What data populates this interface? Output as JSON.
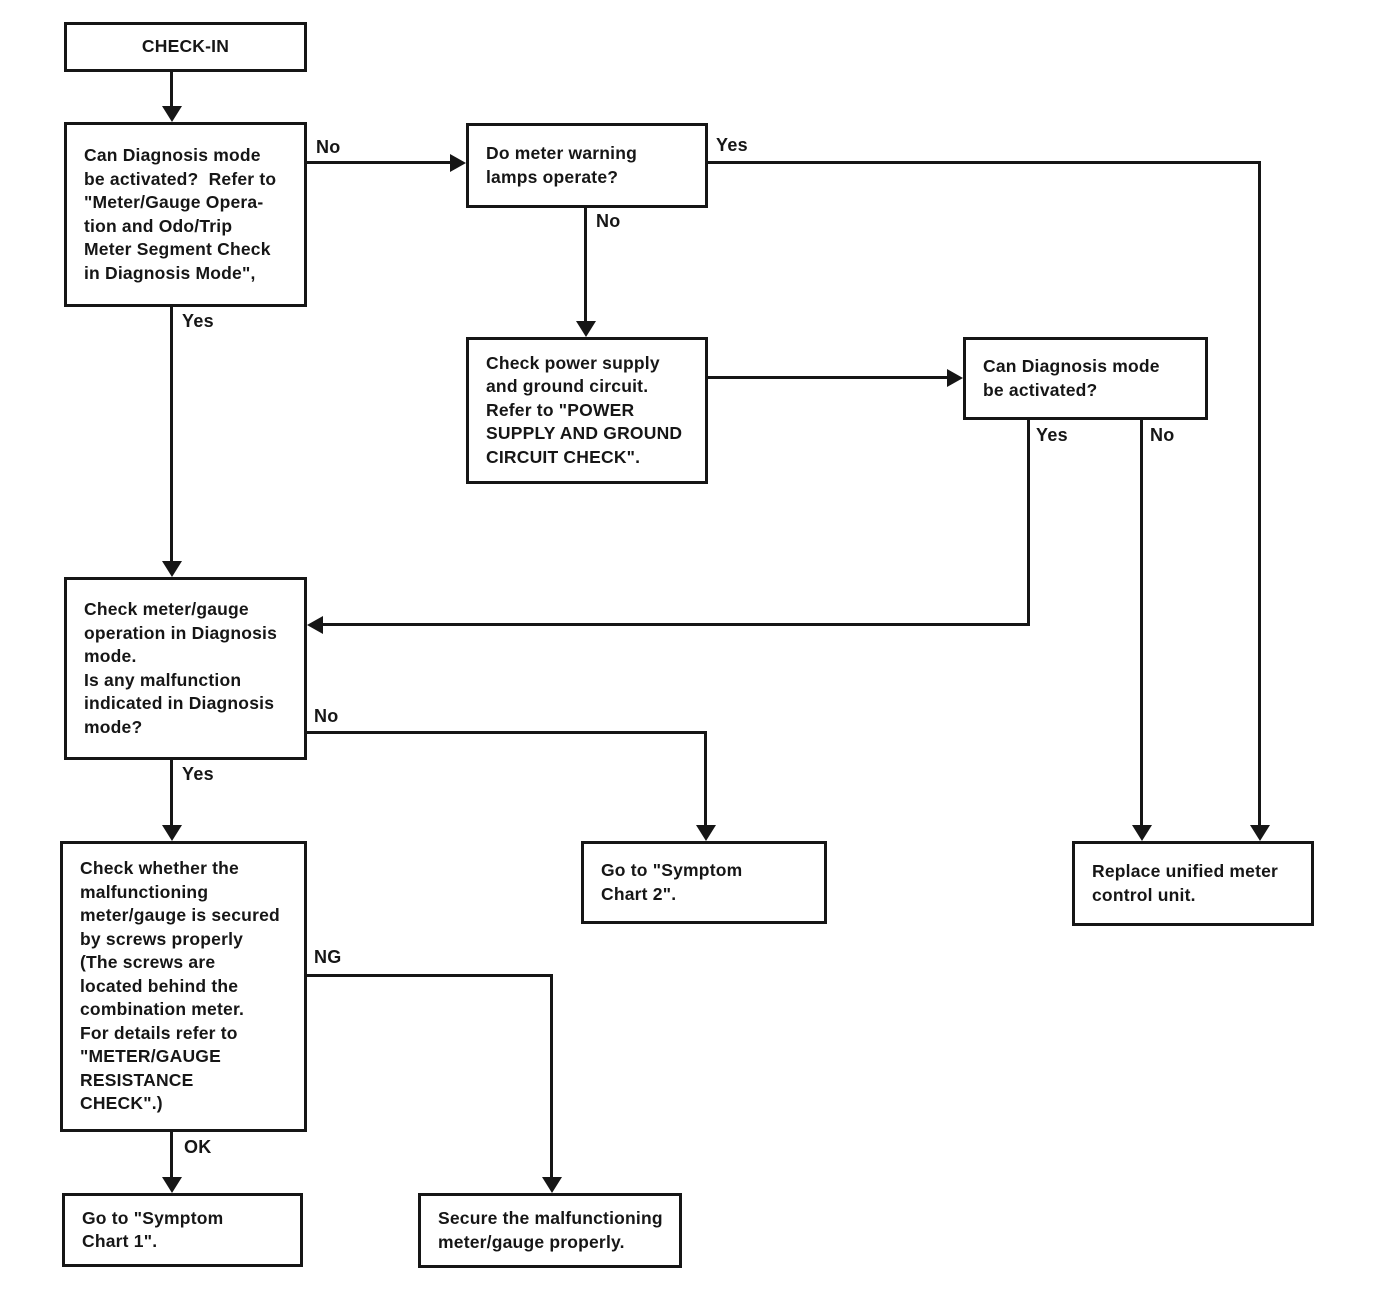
{
  "diagram": {
    "type": "flowchart",
    "ink_color": "#161616",
    "nodes": {
      "check_in": {
        "text": "CHECK-IN"
      },
      "can_diag_1": {
        "text": "Can Diagnosis mode\nbe activated?  Refer to\n\"Meter/Gauge Opera-\ntion and Odo/Trip\nMeter Segment Check\nin Diagnosis Mode\","
      },
      "warning_lamps": {
        "text": "Do meter warning\nlamps operate?"
      },
      "power_supply": {
        "text": "Check power supply\nand ground circuit.\nRefer to \"POWER\nSUPPLY AND GROUND\nCIRCUIT CHECK\"."
      },
      "can_diag_2": {
        "text": "Can Diagnosis mode\nbe activated?"
      },
      "meter_gauge_op": {
        "text": "Check meter/gauge\noperation in Diagnosis\nmode.\nIs any malfunction\nindicated in Diagnosis\nmode?"
      },
      "screw_check": {
        "text": "Check whether the\nmalfunctioning\nmeter/gauge is secured\nby screws properly\n(The screws are\nlocated behind the\ncombination meter.\nFor details refer to\n\"METER/GAUGE\nRESISTANCE\nCHECK\".)"
      },
      "symptom_chart_2": {
        "text": "Go to \"Symptom\nChart 2\"."
      },
      "replace_unit": {
        "text": "Replace unified meter\ncontrol unit."
      },
      "symptom_chart_1": {
        "text": "Go to \"Symptom\nChart 1\"."
      },
      "secure_gauge": {
        "text": "Secure the malfunctioning\nmeter/gauge properly."
      }
    },
    "edge_labels": {
      "can_diag_1_no": "No",
      "can_diag_1_yes": "Yes",
      "warning_lamps_yes": "Yes",
      "warning_lamps_no": "No",
      "can_diag_2_yes": "Yes",
      "can_diag_2_no": "No",
      "meter_gauge_op_no": "No",
      "meter_gauge_op_yes": "Yes",
      "screw_check_ng": "NG",
      "screw_check_ok": "OK"
    }
  }
}
